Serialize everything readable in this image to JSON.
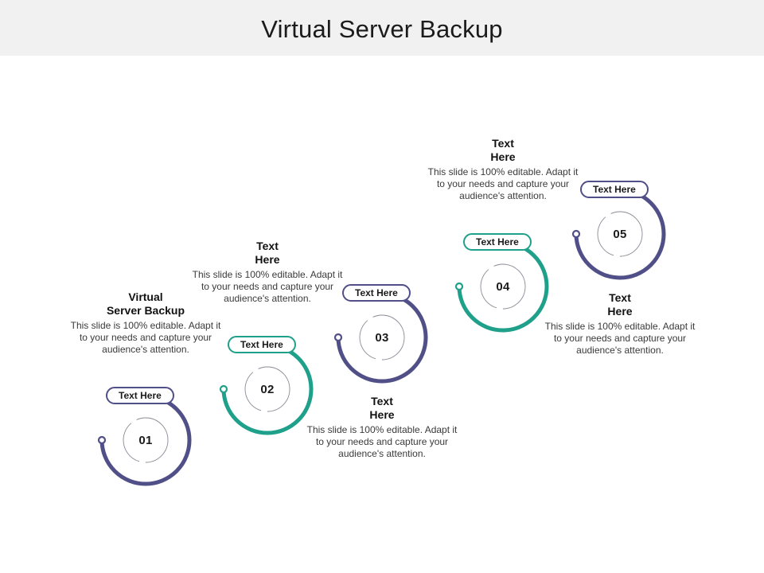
{
  "header": {
    "title": "Virtual Server Backup",
    "band_color": "#f1f1f1"
  },
  "colors": {
    "purple": "#514f87",
    "teal": "#1fa08b",
    "ring": "#8a8a96",
    "text": "#1b1b1b",
    "body_text": "#3a3a3a",
    "background": "#ffffff"
  },
  "steps": [
    {
      "number": "01",
      "pill_label": "Text Here",
      "heading": "Virtual\nServer Backup",
      "heading_line1": "Virtual",
      "heading_line2": "Server Backup",
      "body": "This slide is 100% editable. Adapt it to your needs and capture your audience's attention.",
      "color": "#514f87",
      "text_position": "above"
    },
    {
      "number": "02",
      "pill_label": "Text Here",
      "heading": "Text\nHere",
      "heading_line1": "Text",
      "heading_line2": "Here",
      "body": "This slide is 100% editable. Adapt it to your needs and capture your audience's attention.",
      "color": "#1fa08b",
      "text_position": "above"
    },
    {
      "number": "03",
      "pill_label": "Text Here",
      "heading": "Text\nHere",
      "heading_line1": "Text",
      "heading_line2": "Here",
      "body": "This slide is 100% editable. Adapt it to your needs and capture your audience's attention.",
      "color": "#514f87",
      "text_position": "below"
    },
    {
      "number": "04",
      "pill_label": "Text Here",
      "heading": "Text\nHere",
      "heading_line1": "Text",
      "heading_line2": "Here",
      "body": "This slide is 100% editable. Adapt it to your needs and capture your audience's attention.",
      "color": "#1fa08b",
      "text_position": "above"
    },
    {
      "number": "05",
      "pill_label": "Text Here",
      "heading": "Text\nHere",
      "heading_line1": "Text",
      "heading_line2": "Here",
      "body": "This slide is 100% editable. Adapt it to your needs and capture your audience's attention.",
      "color": "#514f87",
      "text_position": "below"
    }
  ]
}
